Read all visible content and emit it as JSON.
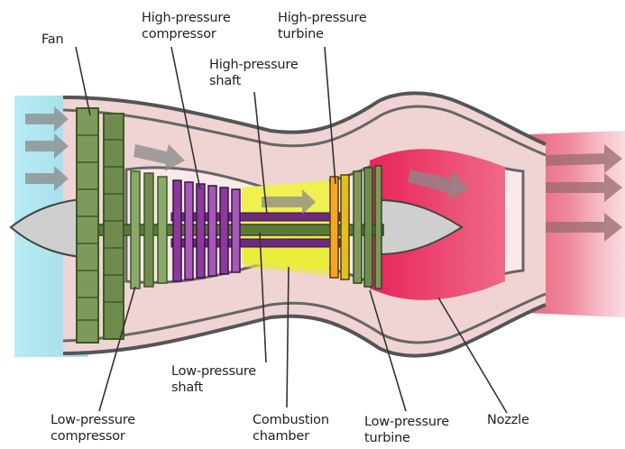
{
  "labels": {
    "fan": "Fan",
    "hp_compressor_1": "High-pressure",
    "hp_compressor_2": "compressor",
    "hp_turbine_1": "High-pressure",
    "hp_turbine_2": "turbine",
    "hp_shaft_1": "High-pressure",
    "hp_shaft_2": "shaft",
    "lp_shaft_1": "Low-pressure",
    "lp_shaft_2": "shaft",
    "lp_compressor_1": "Low-pressure",
    "lp_compressor_2": "compressor",
    "combustion_1": "Combustion",
    "combustion_2": "chamber",
    "lp_turbine_1": "Low-pressure",
    "lp_turbine_2": "turbine",
    "nozzle": "Nozzle"
  },
  "colors": {
    "intake_air": "#aee4ef",
    "bypass_duct": "#f0d4d4",
    "casing": "#5a5a5a",
    "fan_blades": "#7d9a5b",
    "lp_compressor": "#8aa86a",
    "hp_compressor": "#8b3a9a",
    "combustion": "#f0f050",
    "hp_turbine": "#f5a623",
    "exhaust": "#e8506e",
    "spinner": "#cfcfcf",
    "flow_arrow": "#8a8a8a"
  }
}
